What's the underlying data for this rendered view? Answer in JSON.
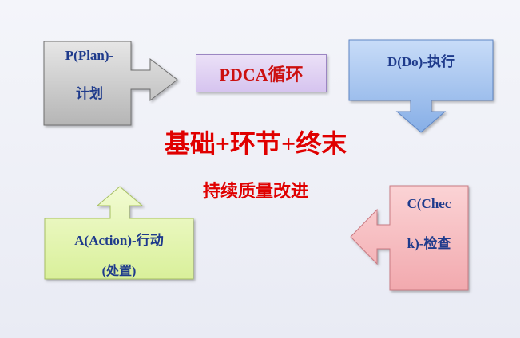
{
  "stages": {
    "plan": {
      "line1": "P(Plan)-",
      "line2": "计划"
    },
    "do": {
      "line1": "D(Do)-执行"
    },
    "check": {
      "line1": "C(Chec",
      "line2": "k)-检查"
    },
    "action": {
      "line1": "A(Action)-行动",
      "line2": "(处置)"
    }
  },
  "center_box": {
    "label": "PDCA循环"
  },
  "headline": "基础+环节+终末",
  "subline": "持续质量改进",
  "colors": {
    "plan": "#c9c9c9",
    "do": "#9ec1ef",
    "check": "#f7bcc0",
    "action": "#e7f7b6",
    "center_box": "#dccbf2",
    "accent_text": "#e00000",
    "label_text": "#1f3b8c"
  }
}
